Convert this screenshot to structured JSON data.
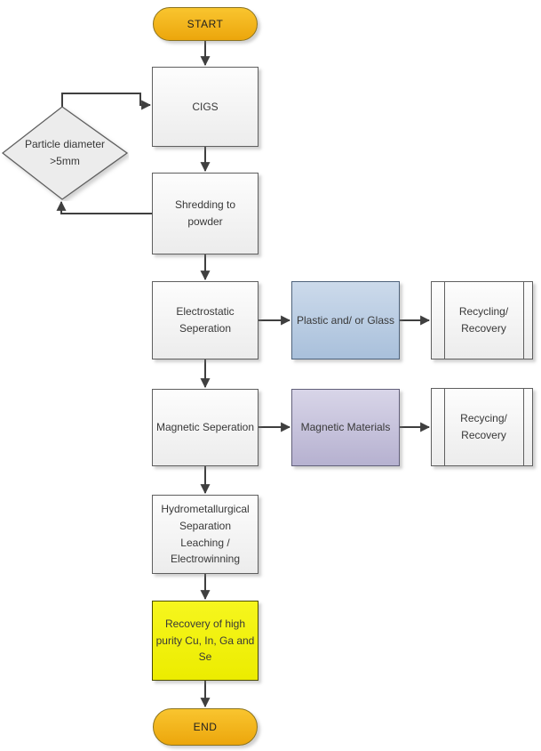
{
  "nodes": {
    "start": {
      "label": "START",
      "type": "terminal"
    },
    "cigs": {
      "label": "CIGS",
      "type": "process"
    },
    "particle_check": {
      "label": "Particle diameter\n>5mm",
      "type": "decision"
    },
    "shredding": {
      "label": "Shredding to\npowder",
      "type": "process"
    },
    "electrostatic": {
      "label": "Electrostatic\nSeperation",
      "type": "process"
    },
    "plastic_glass": {
      "label": "Plastic and/ or Glass",
      "type": "process"
    },
    "recycling_1": {
      "label": "Recycling/\nRecovery",
      "type": "predefined-process"
    },
    "magnetic_sep": {
      "label": "Magnetic Seperation",
      "type": "process"
    },
    "magnetic_materials": {
      "label": "Magnetic Materials",
      "type": "process"
    },
    "recycling_2": {
      "label": "Recycing/\nRecovery",
      "type": "predefined-process"
    },
    "hydro": {
      "label": "Hydrometallurgical\nSeparation\nLeaching /\nElectrowinning",
      "type": "process"
    },
    "recovery": {
      "label": "Recovery of high\npurity Cu, In, Ga and\nSe",
      "type": "process"
    },
    "end": {
      "label": "END",
      "type": "terminal"
    }
  },
  "colors": {
    "terminal-top": "#f9c52f",
    "terminal-bottom": "#eca60c",
    "terminal-border": "#8a7321",
    "process-top": "#fdfdfd",
    "process-bottom": "#ececec",
    "process-border": "#5f5f5f",
    "plastic-top": "#ccdaeb",
    "plastic-bottom": "#a9c0db",
    "plastic-border": "#4f637b",
    "magnetic-top": "#d8d5e8",
    "magnetic-bottom": "#b6b1d0",
    "magnetic-border": "#62607a",
    "yellow-top": "#f6f61e",
    "yellow-bottom": "#ecec00",
    "yellow-border": "#4d4d00",
    "arrow": "#3f3f3f",
    "text": "#383838"
  }
}
